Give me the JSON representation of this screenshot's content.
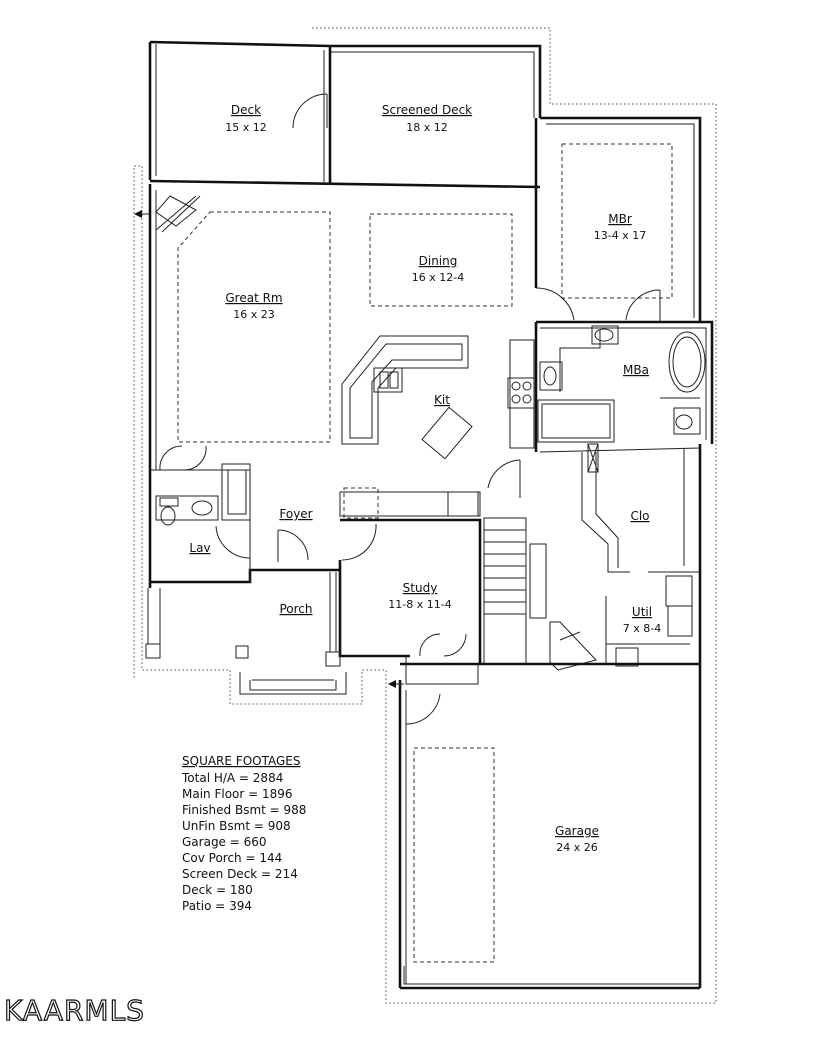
{
  "rooms": {
    "deck": {
      "name": "Deck",
      "dim": "15 x 12"
    },
    "screened_deck": {
      "name": "Screened Deck",
      "dim": "18 x 12"
    },
    "mbr": {
      "name": "MBr",
      "dim": "13-4 x 17"
    },
    "dining": {
      "name": "Dining",
      "dim": "16 x 12-4"
    },
    "great_rm": {
      "name": "Great Rm",
      "dim": "16 x 23"
    },
    "mba": {
      "name": "MBa"
    },
    "kit": {
      "name": "Kit"
    },
    "clo": {
      "name": "Clo"
    },
    "foyer": {
      "name": "Foyer"
    },
    "lav": {
      "name": "Lav"
    },
    "study": {
      "name": "Study",
      "dim": "11-8 x 11-4"
    },
    "porch": {
      "name": "Porch"
    },
    "util": {
      "name": "Util",
      "dim": "7 x 8-4"
    },
    "garage": {
      "name": "Garage",
      "dim": "24 x 26"
    }
  },
  "square_footages": {
    "title": "SQUARE FOOTAGES",
    "lines": [
      "Total H/A = 2884",
      "Main Floor = 1896",
      "Finished Bsmt = 988",
      "UnFin Bsmt = 908",
      "Garage = 660",
      "Cov Porch = 144",
      "Screen Deck = 214",
      "Deck = 180",
      "Patio = 394"
    ]
  },
  "watermark": "KAARMLS"
}
